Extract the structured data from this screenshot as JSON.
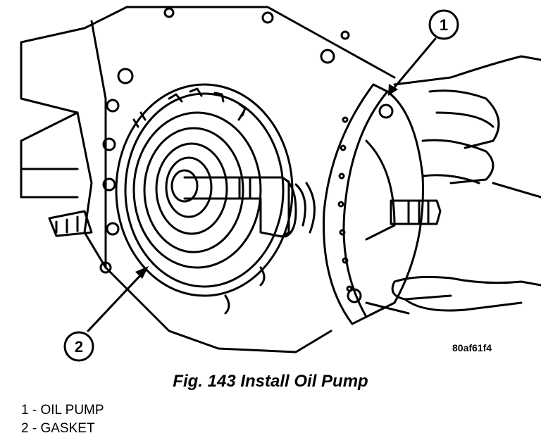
{
  "figure": {
    "callouts": [
      {
        "number": "1"
      },
      {
        "number": "2"
      }
    ],
    "image_code": "80af61f4"
  },
  "caption": "Fig. 143 Install Oil Pump",
  "legend": [
    {
      "number": "1",
      "separator": " - ",
      "label": "OIL PUMP"
    },
    {
      "number": "2",
      "separator": " - ",
      "label": "GASKET"
    }
  ]
}
